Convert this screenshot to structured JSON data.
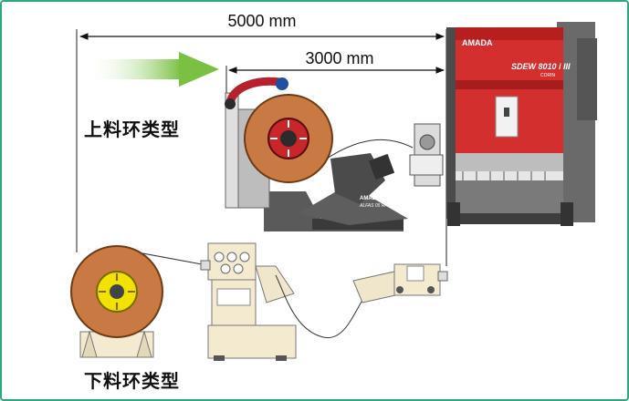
{
  "diagram": {
    "dimension_long": "5000 mm",
    "dimension_short": "3000 mm",
    "label_upper": "上料环类型",
    "label_lower": "下料环类型",
    "press_brand": "AMADA",
    "press_model": "SDEW 8010 i III",
    "press_sub": "CORIN",
    "feeder_brand": "AMADA",
    "feeder_model": "ALFAS 05 RHE"
  },
  "colors": {
    "frame_border": "#2aa97a",
    "press_red": "#d42f2f",
    "press_gray": "#6e6e6e",
    "coil_brown": "#c97a43",
    "hub_red": "#c9262a",
    "hub_yellow": "#f3e100",
    "arrow_green": "#7ac143",
    "stand_beige": "#f4ead0"
  }
}
